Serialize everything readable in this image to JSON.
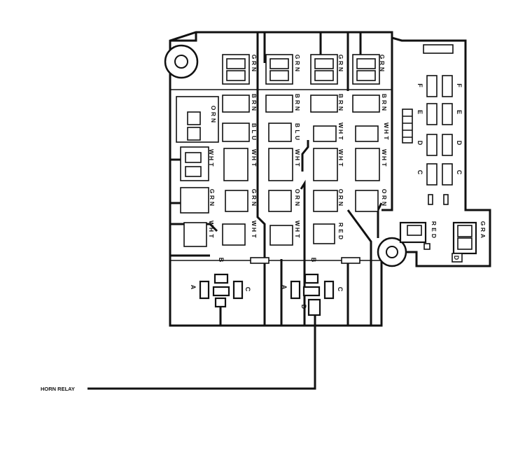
{
  "callout": {
    "label": "HORN RELAY"
  },
  "wire_colors": {
    "grn": "GRN",
    "brn": "BRN",
    "orn": "ORN",
    "blu": "BLU",
    "wht": "WHT",
    "red": "RED",
    "gra": "GRA"
  },
  "letters": {
    "a": "A",
    "b": "B",
    "c": "C",
    "d": "D",
    "e": "E",
    "f": "F"
  }
}
